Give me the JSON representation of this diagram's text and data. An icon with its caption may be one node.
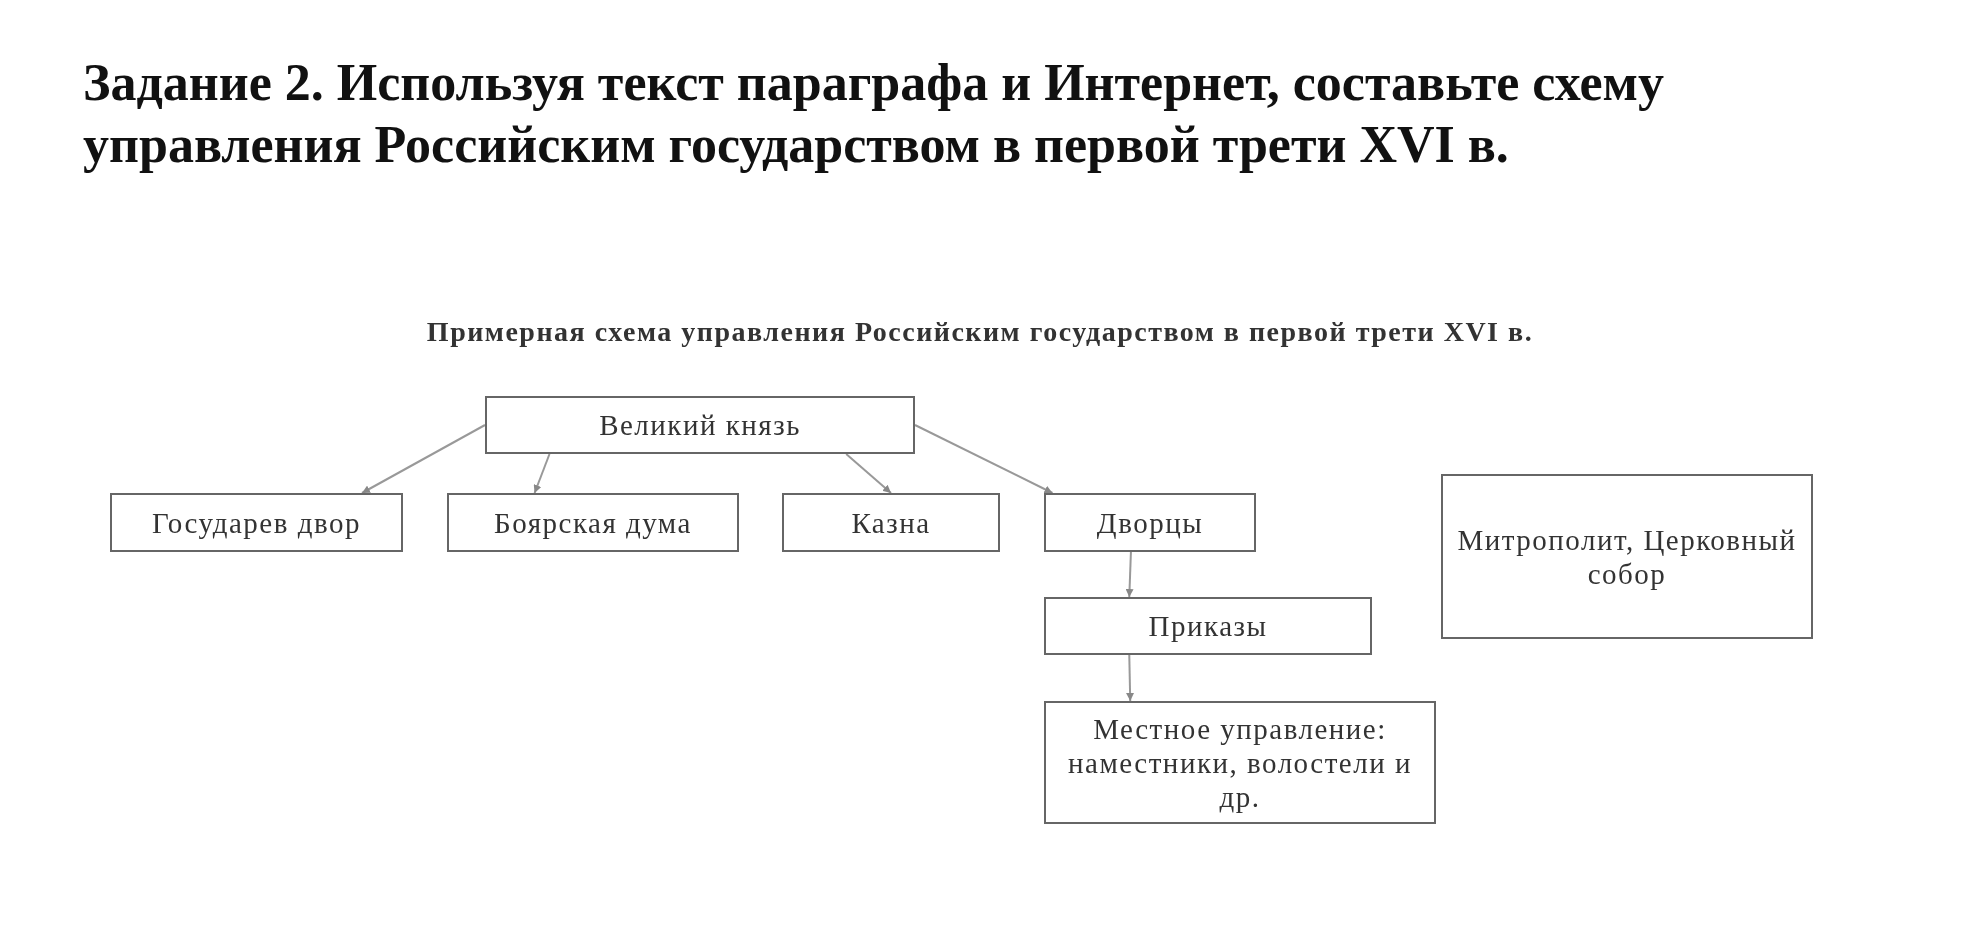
{
  "diagram": {
    "title": "Задание 2. Используя текст параграфа и Интернет, составьте схему управления Российским государством в первой трети XVI в.",
    "caption": "Примерная схема управления Российским государством в первой трети XVI в.",
    "nodes": [
      {
        "text": [
          "Великий князь"
        ]
      },
      {
        "text": [
          "Государев двор"
        ]
      },
      {
        "text": [
          "Боярская дума"
        ]
      },
      {
        "text": [
          "Казна"
        ]
      },
      {
        "text": [
          "Дворцы"
        ]
      },
      {
        "text": [
          "Приказы"
        ]
      },
      {
        "text": [
          "Местное управление: наместники, волостели и др."
        ]
      },
      {
        "text": [
          "Митрополит, Церковный собор"
        ]
      }
    ],
    "edges": [
      {
        "from": 0,
        "to": 1,
        "arrow": "to"
      },
      {
        "from": 0,
        "to": 2,
        "arrow": "to"
      },
      {
        "from": 0,
        "to": 3,
        "arrow": "to"
      },
      {
        "from": 0,
        "to": 4,
        "arrow": "to"
      },
      {
        "from": 4,
        "to": 5,
        "arrow": "to"
      },
      {
        "from": 5,
        "to": 6,
        "arrow": "to"
      }
    ]
  }
}
